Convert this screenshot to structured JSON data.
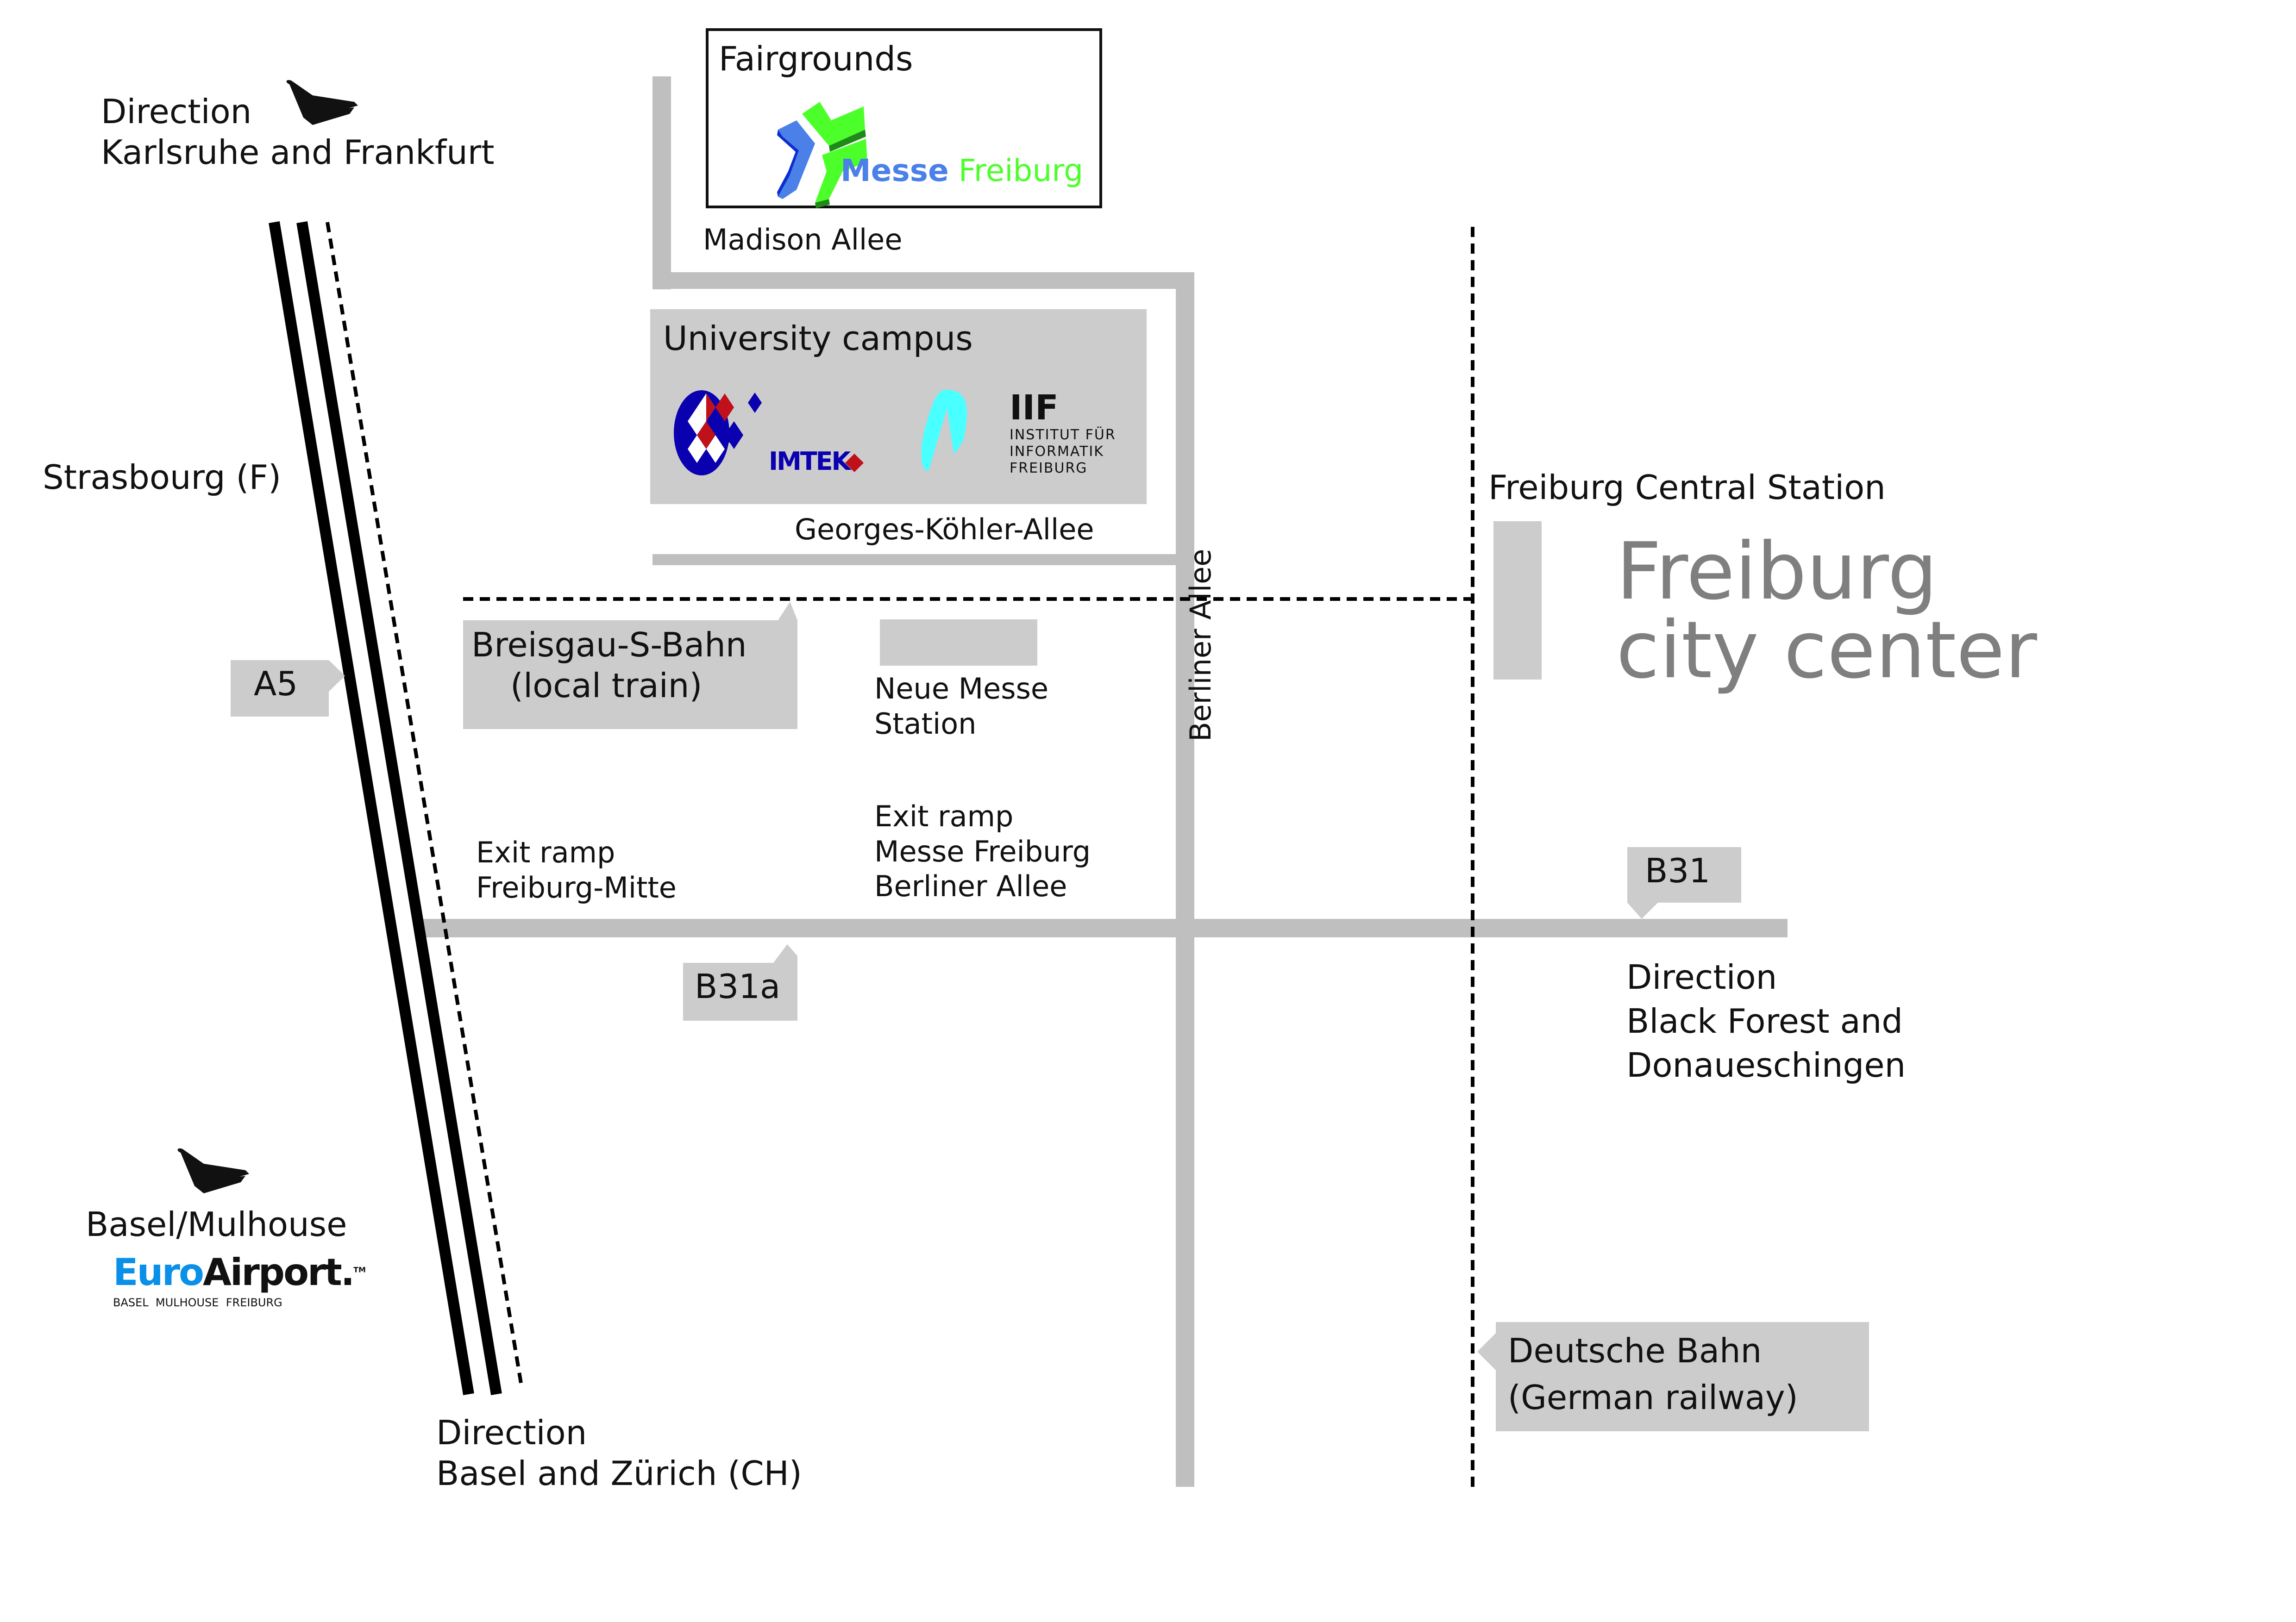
{
  "map_title": "Freiburg city center",
  "colors": {
    "road_gray": "#bfbfbf",
    "box_gray": "#cccccc",
    "city_text": "#7f7f7f",
    "messe_blue": "#4a80e8",
    "messe_green": "#4cff2a",
    "imtek_blue": "#0a00b0",
    "imtek_red": "#c0101a",
    "iif_cyan": "#4affff",
    "euroairport_blue": "#0a90e8"
  },
  "fairgrounds": {
    "title": "Fairgrounds",
    "logo_word1": "Messe",
    "logo_word2": "Freiburg"
  },
  "university": {
    "title": "University campus",
    "imtek_label": "IMTEK",
    "iif_label": "IIF",
    "iif_sub": [
      "INSTITUT FÜR",
      "INFORMATIK",
      "FREIBURG"
    ]
  },
  "streets": {
    "madison": "Madison Allee",
    "koehler": "Georges-Köhler-Allee",
    "berliner": "Berliner Allee"
  },
  "directions": {
    "north": [
      "Direction",
      "Karlsruhe and Frankfurt"
    ],
    "south": [
      "Direction",
      "Basel and Zürich (CH)"
    ],
    "east": [
      "Direction",
      "Black Forest and",
      "Donaueschingen"
    ],
    "west": "Strasbourg (F)"
  },
  "airport": {
    "label": "Basel/Mulhouse",
    "brand_a": "Euro",
    "brand_b": "Airport",
    "tm": "TM",
    "sub": "BASEL  MULHOUSE  FREIBURG"
  },
  "callouts": {
    "a5": "A5",
    "b31": "B31",
    "b31a": "B31a",
    "sbahn": [
      "Breisgau-S-Bahn",
      "(local train)"
    ],
    "db": [
      "Deutsche Bahn",
      "(German railway)"
    ]
  },
  "stations": {
    "neue_messe": [
      "Neue Messe",
      "Station"
    ],
    "central": "Freiburg Central Station"
  },
  "exits": {
    "mitte": [
      "Exit ramp",
      "Freiburg-Mitte"
    ],
    "messe": [
      "Exit ramp",
      "Messe Freiburg",
      "Berliner Allee"
    ]
  },
  "city_center": [
    "Freiburg",
    "city center"
  ]
}
